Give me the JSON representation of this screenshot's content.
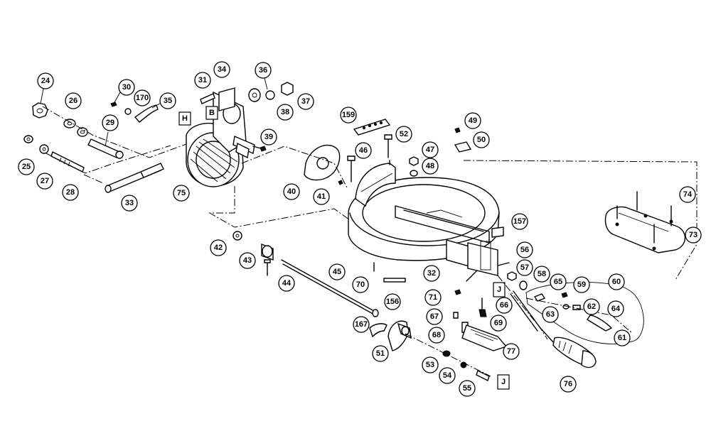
{
  "callouts": [
    "24",
    "25",
    "26",
    "27",
    "28",
    "29",
    "30",
    "170",
    "35",
    "31",
    "34",
    "36",
    "37",
    "38",
    "39",
    "75",
    "33",
    "40",
    "41",
    "159",
    "46",
    "52",
    "47",
    "48",
    "49",
    "50",
    "74",
    "73",
    "157",
    "42",
    "43",
    "44",
    "45",
    "70",
    "156",
    "32",
    "56",
    "57",
    "58",
    "65",
    "59",
    "60",
    "62",
    "64",
    "63",
    "61",
    "71",
    "66",
    "67",
    "69",
    "68",
    "77",
    "76",
    "167",
    "51",
    "53",
    "54",
    "55"
  ],
  "tags": [
    "H",
    "B",
    "J",
    "J"
  ]
}
